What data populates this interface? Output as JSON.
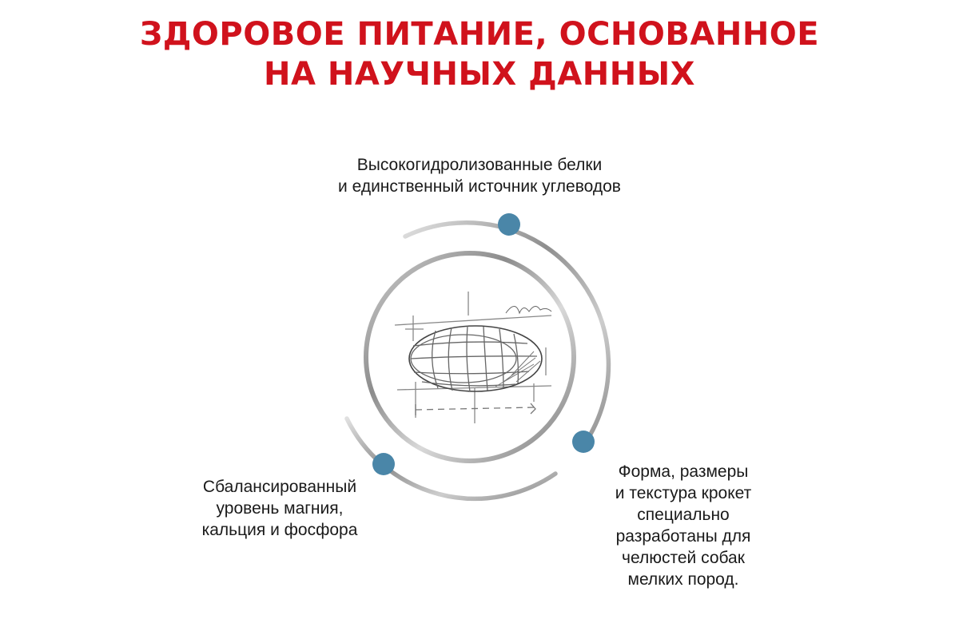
{
  "title": {
    "line1": "ЗДОРОВОЕ ПИТАНИЕ, ОСНОВАННОЕ",
    "line2": "НА НАУЧНЫХ ДАННЫХ"
  },
  "features": {
    "top": {
      "lines": [
        "Высокогидролизованные белки",
        "и единственный источник углеводов"
      ]
    },
    "left": {
      "lines": [
        "Сбалансированный",
        "уровень магния,",
        "кальция и фосфора"
      ]
    },
    "right": {
      "lines": [
        "Форма, размеры",
        "и текстура крокет",
        "специально",
        "разработаны для",
        "челюстей собак",
        "мелких пород."
      ]
    }
  },
  "colors": {
    "title": "#d0121c",
    "dot": "#4a86a8",
    "ring": "#8a8a8a"
  },
  "icons": {
    "center": "kibble-sketch-icon"
  }
}
